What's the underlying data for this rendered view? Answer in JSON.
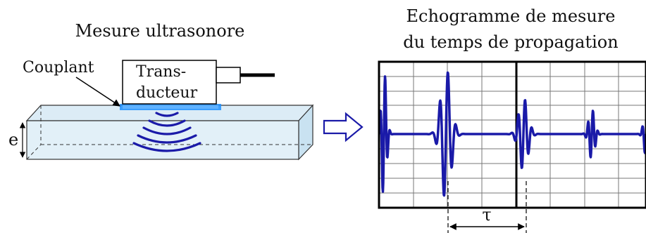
{
  "left_title": "Mesure ultrasonore",
  "couplant_label": "Couplant",
  "transducer_line1": "Trans-",
  "transducer_line2": "ducteur",
  "thickness_label": "e",
  "right_title_line1": "Echogramme de mesure",
  "right_title_line2": "du temps de propagation",
  "tau_label": "τ",
  "colors": {
    "signal": "#1a1aa8",
    "couplant": "#1e90ff",
    "block_fill": "#dcecf6",
    "block_stroke": "#333333",
    "grid": "#777777",
    "frame": "#000000"
  },
  "icons": {
    "arrow": "hollow-right-arrow",
    "waves": "ultrasound-wave-arcs"
  }
}
